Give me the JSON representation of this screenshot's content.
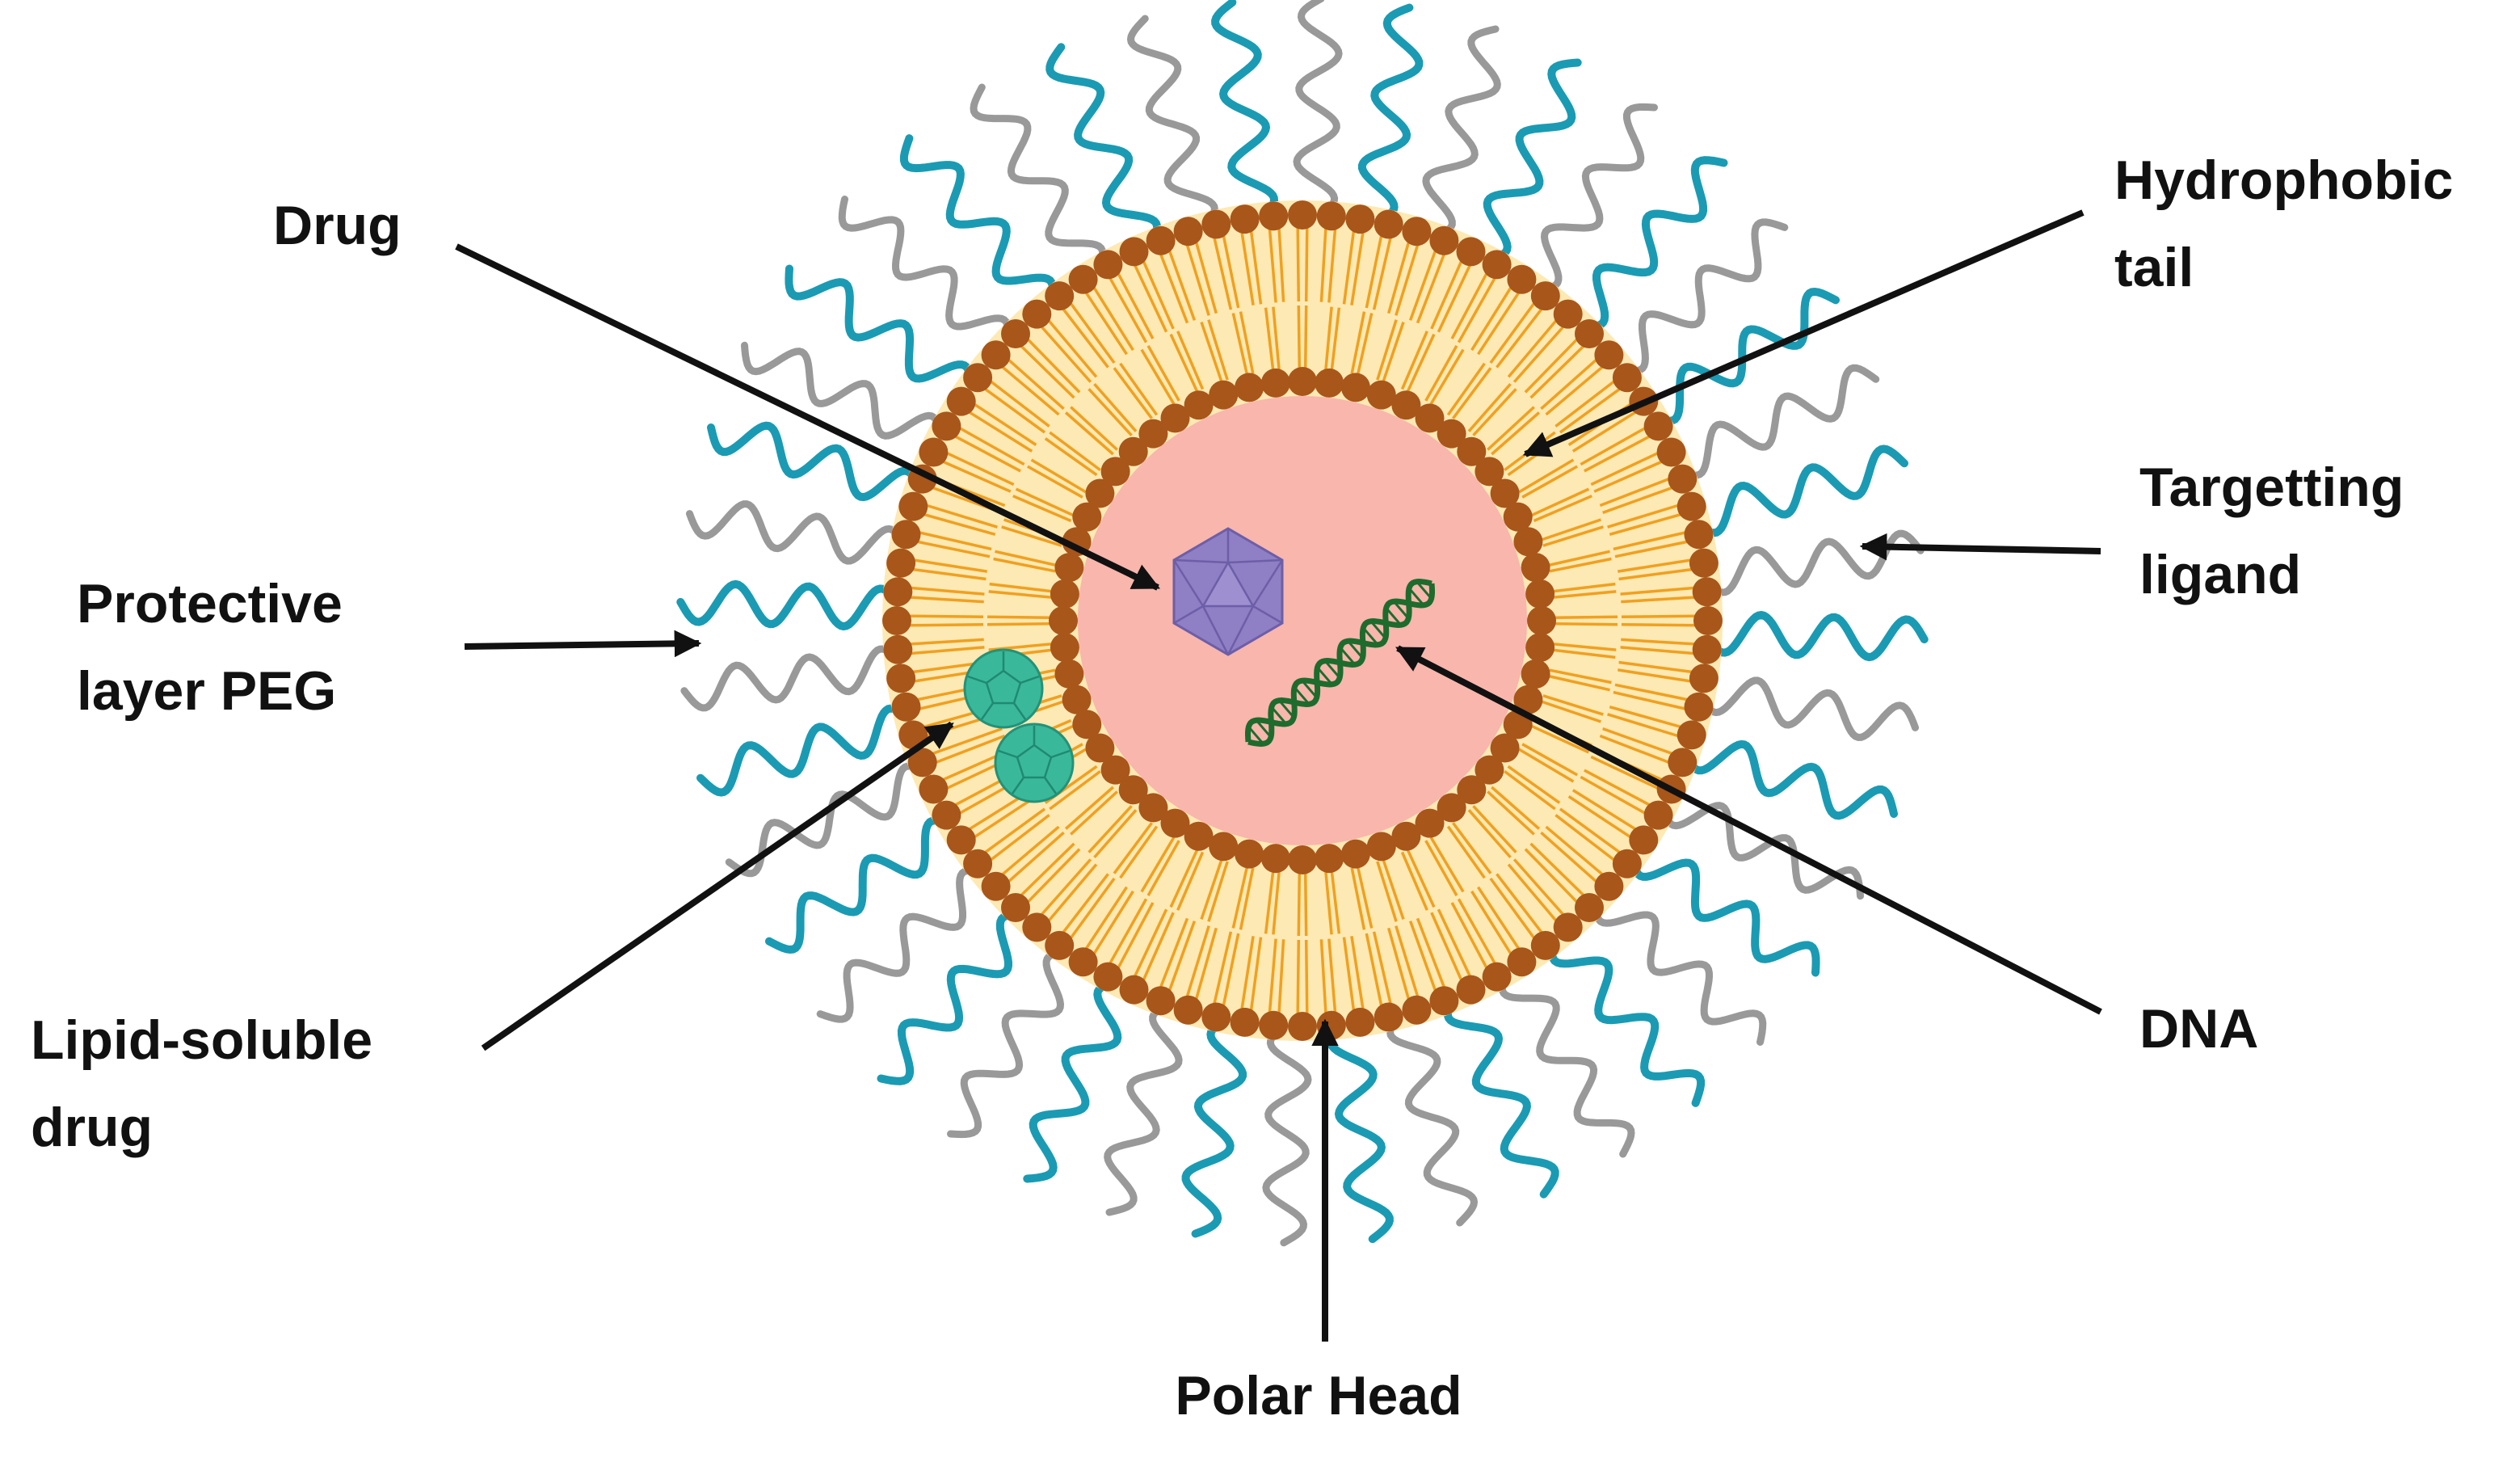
{
  "labels": {
    "drug": "Drug",
    "hydrophobic_tail_line1": "Hydrophobic",
    "hydrophobic_tail_line2": "tail",
    "targetting_ligand_line1": "Targetting",
    "targetting_ligand_line2": "ligand",
    "protective_layer_line1": "Protective",
    "protective_layer_line2": "layer PEG",
    "lipid_soluble_line1": "Lipid-soluble",
    "lipid_soluble_line2": "drug",
    "dna": "DNA",
    "polar_head": "Polar Head"
  },
  "colors": {
    "peg_chain": "#1a9bb3",
    "ligand_chain": "#999999",
    "polar_head": "#a8561a",
    "tail": "#f0a020",
    "bilayer_fill": "#fde9b3",
    "core": "#f8b6ad",
    "drug": "#8f7fc4",
    "lipid_drug": "#3ab89a",
    "dna": "#1e6b2e",
    "arrow": "#111111"
  },
  "icons": {
    "drug": "icosahedron-icon",
    "lipid_drug": "dodecahedron-icon",
    "dna": "double-helix-icon"
  }
}
